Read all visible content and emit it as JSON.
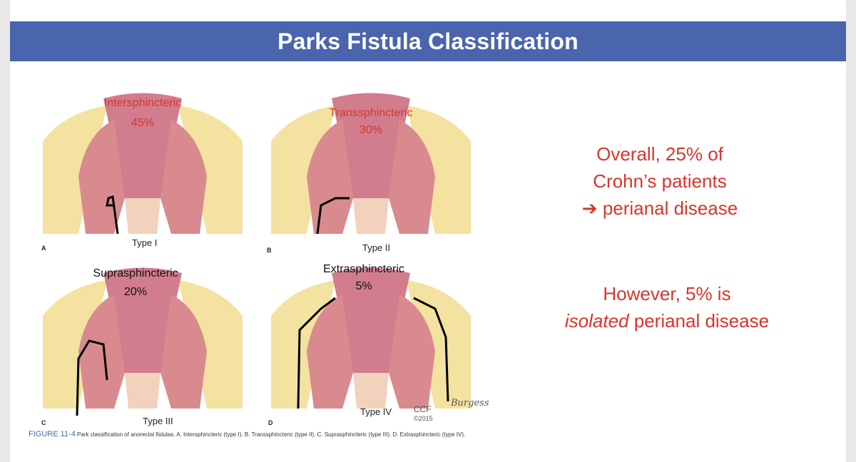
{
  "slide": {
    "title": "Parks Fistula Classification"
  },
  "figure": {
    "panels": [
      {
        "letter": "A",
        "type_label": "Type I",
        "name": "Intersphincteric",
        "percent": "45%"
      },
      {
        "letter": "B",
        "type_label": "Type II",
        "name": "Transsphincteric",
        "percent": "30%"
      },
      {
        "letter": "C",
        "type_label": "Type III",
        "name": "Suprasphincteric",
        "percent": "20%"
      },
      {
        "letter": "D",
        "type_label": "Type IV",
        "name": "Extrasphincteric",
        "percent": "5%"
      }
    ],
    "caption_label": "FIGURE 11-4",
    "caption_text": "Park classification of anorectal fistulas. A. Intersphincteric (type I). B. Transsphincteric (type II). C. Suprasphincteric (type III). D. Extrasphincteric (type IV).",
    "ccf": "CCF",
    "ccf_year": "©2015",
    "signature": "Burgess"
  },
  "side_notes": {
    "note1_line1": "Overall, 25% of",
    "note1_line2": "Crohn’s patients",
    "note1_line3": "perianal disease",
    "note1_arrow": "➔",
    "note2_line1": "However, 5% is",
    "note2_italic": "isolated",
    "note2_rest": " perianal disease"
  },
  "colors": {
    "title_bar": "#4a64ad",
    "accent_red": "#d9342b",
    "fat_yellow": "#f3e2a0",
    "muscle_pink": "#d98a8f",
    "lumen_pink": "#c9667a"
  }
}
